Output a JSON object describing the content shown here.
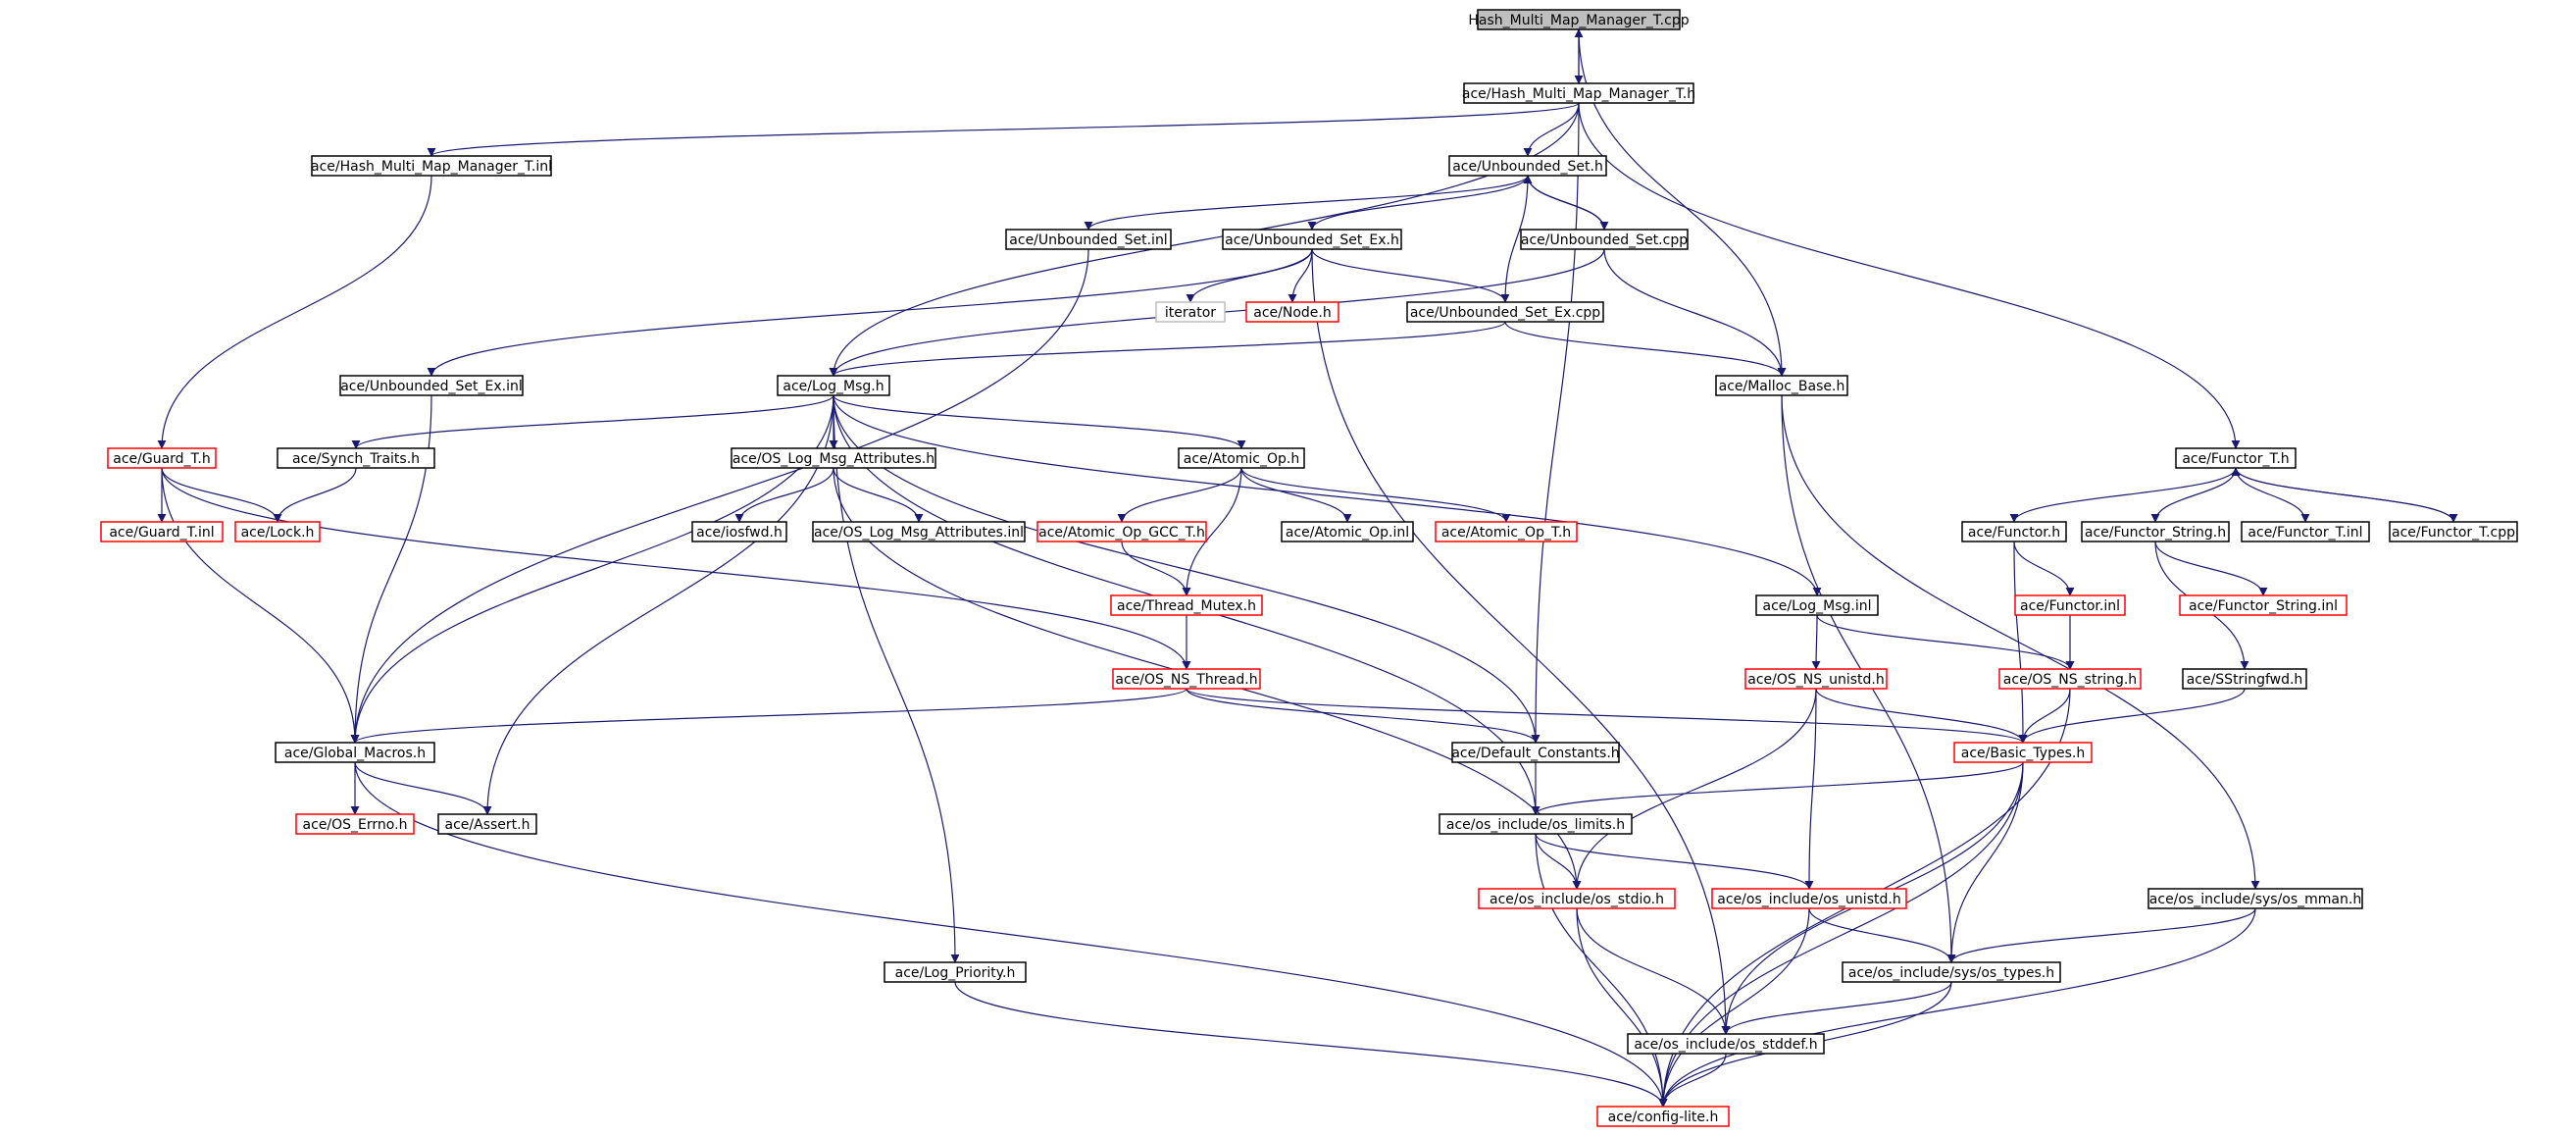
{
  "diagram": {
    "type": "include-dependency-graph",
    "colors": {
      "edge": "#191970",
      "node_border": "#000000",
      "root_fill": "#bfbfbf",
      "missing_border": "#ff0000",
      "external_border": "#bfbfbf",
      "text": "#000000"
    },
    "nodes": [
      {
        "id": "root",
        "label": "Hash_Multi_Map_Manager_T.cpp",
        "style": "root"
      },
      {
        "id": "hmm_h",
        "label": "ace/Hash_Multi_Map_Manager_T.h",
        "style": "normal"
      },
      {
        "id": "hmm_inl",
        "label": "ace/Hash_Multi_Map_Manager_T.inl",
        "style": "normal"
      },
      {
        "id": "us_h",
        "label": "ace/Unbounded_Set.h",
        "style": "normal"
      },
      {
        "id": "us_inl",
        "label": "ace/Unbounded_Set.inl",
        "style": "normal"
      },
      {
        "id": "usex_h",
        "label": "ace/Unbounded_Set_Ex.h",
        "style": "normal"
      },
      {
        "id": "us_cpp",
        "label": "ace/Unbounded_Set.cpp",
        "style": "normal"
      },
      {
        "id": "iterator",
        "label": "iterator",
        "style": "external"
      },
      {
        "id": "node_h",
        "label": "ace/Node.h",
        "style": "missing"
      },
      {
        "id": "usex_cpp",
        "label": "ace/Unbounded_Set_Ex.cpp",
        "style": "normal"
      },
      {
        "id": "usex_inl",
        "label": "ace/Unbounded_Set_Ex.inl",
        "style": "normal"
      },
      {
        "id": "logmsg_h",
        "label": "ace/Log_Msg.h",
        "style": "normal"
      },
      {
        "id": "malloc_h",
        "label": "ace/Malloc_Base.h",
        "style": "normal"
      },
      {
        "id": "guard_h",
        "label": "ace/Guard_T.h",
        "style": "missing"
      },
      {
        "id": "synch_h",
        "label": "ace/Synch_Traits.h",
        "style": "normal"
      },
      {
        "id": "oslma_h",
        "label": "ace/OS_Log_Msg_Attributes.h",
        "style": "normal"
      },
      {
        "id": "atomic_h",
        "label": "ace/Atomic_Op.h",
        "style": "normal"
      },
      {
        "id": "functor_t_h",
        "label": "ace/Functor_T.h",
        "style": "normal"
      },
      {
        "id": "guard_inl",
        "label": "ace/Guard_T.inl",
        "style": "missing"
      },
      {
        "id": "lock_h",
        "label": "ace/Lock.h",
        "style": "missing"
      },
      {
        "id": "iosfwd_h",
        "label": "ace/iosfwd.h",
        "style": "normal"
      },
      {
        "id": "oslma_inl",
        "label": "ace/OS_Log_Msg_Attributes.inl",
        "style": "normal"
      },
      {
        "id": "atomic_gcc_h",
        "label": "ace/Atomic_Op_GCC_T.h",
        "style": "missing"
      },
      {
        "id": "atomic_inl",
        "label": "ace/Atomic_Op.inl",
        "style": "normal"
      },
      {
        "id": "atomic_t_h",
        "label": "ace/Atomic_Op_T.h",
        "style": "missing"
      },
      {
        "id": "functor_h",
        "label": "ace/Functor.h",
        "style": "normal"
      },
      {
        "id": "functor_string_h",
        "label": "ace/Functor_String.h",
        "style": "normal"
      },
      {
        "id": "functor_t_inl",
        "label": "ace/Functor_T.inl",
        "style": "normal"
      },
      {
        "id": "functor_t_cpp",
        "label": "ace/Functor_T.cpp",
        "style": "normal"
      },
      {
        "id": "thread_mutex_h",
        "label": "ace/Thread_Mutex.h",
        "style": "missing"
      },
      {
        "id": "logmsg_inl",
        "label": "ace/Log_Msg.inl",
        "style": "normal"
      },
      {
        "id": "functor_inl",
        "label": "ace/Functor.inl",
        "style": "missing"
      },
      {
        "id": "functor_string_inl",
        "label": "ace/Functor_String.inl",
        "style": "missing"
      },
      {
        "id": "os_ns_thread_h",
        "label": "ace/OS_NS_Thread.h",
        "style": "missing"
      },
      {
        "id": "os_ns_unistd_h",
        "label": "ace/OS_NS_unistd.h",
        "style": "missing"
      },
      {
        "id": "os_ns_string_h",
        "label": "ace/OS_NS_string.h",
        "style": "missing"
      },
      {
        "id": "sstringfwd_h",
        "label": "ace/SStringfwd.h",
        "style": "normal"
      },
      {
        "id": "global_macros_h",
        "label": "ace/Global_Macros.h",
        "style": "normal"
      },
      {
        "id": "default_constants_h",
        "label": "ace/Default_Constants.h",
        "style": "normal"
      },
      {
        "id": "basic_types_h",
        "label": "ace/Basic_Types.h",
        "style": "missing"
      },
      {
        "id": "os_errno_h",
        "label": "ace/OS_Errno.h",
        "style": "missing"
      },
      {
        "id": "assert_h",
        "label": "ace/Assert.h",
        "style": "normal"
      },
      {
        "id": "os_limits_h",
        "label": "ace/os_include/os_limits.h",
        "style": "normal"
      },
      {
        "id": "os_stdio_h",
        "label": "ace/os_include/os_stdio.h",
        "style": "missing"
      },
      {
        "id": "os_unistd_h",
        "label": "ace/os_include/os_unistd.h",
        "style": "missing"
      },
      {
        "id": "os_mman_h",
        "label": "ace/os_include/sys/os_mman.h",
        "style": "normal"
      },
      {
        "id": "log_priority_h",
        "label": "ace/Log_Priority.h",
        "style": "normal"
      },
      {
        "id": "os_types_h",
        "label": "ace/os_include/sys/os_types.h",
        "style": "normal"
      },
      {
        "id": "os_stddef_h",
        "label": "ace/os_include/os_stddef.h",
        "style": "normal"
      },
      {
        "id": "config_lite_h",
        "label": "ace/config-lite.h",
        "style": "missing"
      }
    ],
    "edges": [
      [
        "root",
        "hmm_h"
      ],
      [
        "hmm_h",
        "root"
      ],
      [
        "root",
        "malloc_h"
      ],
      [
        "hmm_h",
        "hmm_inl"
      ],
      [
        "hmm_h",
        "us_h"
      ],
      [
        "hmm_h",
        "logmsg_h"
      ],
      [
        "hmm_h",
        "default_constants_h"
      ],
      [
        "hmm_h",
        "functor_t_h"
      ],
      [
        "hmm_inl",
        "guard_h"
      ],
      [
        "us_h",
        "us_inl"
      ],
      [
        "us_h",
        "usex_h"
      ],
      [
        "us_h",
        "us_cpp"
      ],
      [
        "us_cpp",
        "us_h"
      ],
      [
        "usex_cpp",
        "us_h"
      ],
      [
        "us_inl",
        "global_macros_h"
      ],
      [
        "usex_h",
        "iterator"
      ],
      [
        "usex_h",
        "node_h"
      ],
      [
        "usex_h",
        "usex_cpp"
      ],
      [
        "usex_h",
        "usex_inl"
      ],
      [
        "usex_h",
        "os_stddef_h"
      ],
      [
        "us_cpp",
        "malloc_h"
      ],
      [
        "us_cpp",
        "logmsg_h"
      ],
      [
        "usex_cpp",
        "logmsg_h"
      ],
      [
        "usex_cpp",
        "malloc_h"
      ],
      [
        "usex_inl",
        "global_macros_h"
      ],
      [
        "logmsg_h",
        "synch_h"
      ],
      [
        "logmsg_h",
        "oslma_h"
      ],
      [
        "logmsg_h",
        "atomic_h"
      ],
      [
        "logmsg_h",
        "logmsg_inl"
      ],
      [
        "logmsg_h",
        "global_macros_h"
      ],
      [
        "logmsg_h",
        "assert_h"
      ],
      [
        "logmsg_h",
        "default_constants_h"
      ],
      [
        "logmsg_h",
        "os_limits_h"
      ],
      [
        "logmsg_h",
        "log_priority_h"
      ],
      [
        "malloc_h",
        "os_types_h"
      ],
      [
        "malloc_h",
        "os_mman_h"
      ],
      [
        "guard_h",
        "guard_inl"
      ],
      [
        "guard_h",
        "lock_h"
      ],
      [
        "guard_h",
        "os_ns_thread_h"
      ],
      [
        "guard_h",
        "global_macros_h"
      ],
      [
        "synch_h",
        "lock_h"
      ],
      [
        "oslma_h",
        "iosfwd_h"
      ],
      [
        "oslma_h",
        "oslma_inl"
      ],
      [
        "oslma_h",
        "os_stdio_h"
      ],
      [
        "atomic_h",
        "atomic_gcc_h"
      ],
      [
        "atomic_h",
        "atomic_inl"
      ],
      [
        "atomic_h",
        "atomic_t_h"
      ],
      [
        "atomic_h",
        "thread_mutex_h"
      ],
      [
        "atomic_gcc_h",
        "thread_mutex_h"
      ],
      [
        "thread_mutex_h",
        "os_ns_thread_h"
      ],
      [
        "functor_t_h",
        "functor_h"
      ],
      [
        "functor_t_h",
        "functor_string_h"
      ],
      [
        "functor_t_h",
        "functor_t_inl"
      ],
      [
        "functor_t_h",
        "functor_t_cpp"
      ],
      [
        "functor_t_cpp",
        "functor_t_h"
      ],
      [
        "functor_h",
        "functor_inl"
      ],
      [
        "functor_h",
        "basic_types_h"
      ],
      [
        "functor_inl",
        "os_ns_string_h"
      ],
      [
        "functor_string_h",
        "functor_string_inl"
      ],
      [
        "functor_string_h",
        "sstringfwd_h"
      ],
      [
        "logmsg_inl",
        "os_ns_unistd_h"
      ],
      [
        "logmsg_inl",
        "os_ns_string_h"
      ],
      [
        "os_ns_thread_h",
        "global_macros_h"
      ],
      [
        "os_ns_thread_h",
        "default_constants_h"
      ],
      [
        "os_ns_thread_h",
        "basic_types_h"
      ],
      [
        "os_ns_unistd_h",
        "basic_types_h"
      ],
      [
        "os_ns_unistd_h",
        "os_stdio_h"
      ],
      [
        "os_ns_unistd_h",
        "os_unistd_h"
      ],
      [
        "os_ns_string_h",
        "basic_types_h"
      ],
      [
        "os_ns_string_h",
        "config_lite_h"
      ],
      [
        "sstringfwd_h",
        "basic_types_h"
      ],
      [
        "global_macros_h",
        "os_errno_h"
      ],
      [
        "global_macros_h",
        "assert_h"
      ],
      [
        "global_macros_h",
        "config_lite_h"
      ],
      [
        "default_constants_h",
        "os_limits_h"
      ],
      [
        "basic_types_h",
        "os_limits_h"
      ],
      [
        "basic_types_h",
        "os_types_h"
      ],
      [
        "basic_types_h",
        "os_stddef_h"
      ],
      [
        "basic_types_h",
        "config_lite_h"
      ],
      [
        "os_limits_h",
        "os_stdio_h"
      ],
      [
        "os_limits_h",
        "os_unistd_h"
      ],
      [
        "os_limits_h",
        "config_lite_h"
      ],
      [
        "os_stdio_h",
        "os_stddef_h"
      ],
      [
        "os_stdio_h",
        "config_lite_h"
      ],
      [
        "os_unistd_h",
        "os_types_h"
      ],
      [
        "os_unistd_h",
        "config_lite_h"
      ],
      [
        "os_mman_h",
        "os_types_h"
      ],
      [
        "os_mman_h",
        "config_lite_h"
      ],
      [
        "log_priority_h",
        "config_lite_h"
      ],
      [
        "os_types_h",
        "os_stddef_h"
      ],
      [
        "os_types_h",
        "config_lite_h"
      ],
      [
        "os_stddef_h",
        "config_lite_h"
      ]
    ]
  }
}
